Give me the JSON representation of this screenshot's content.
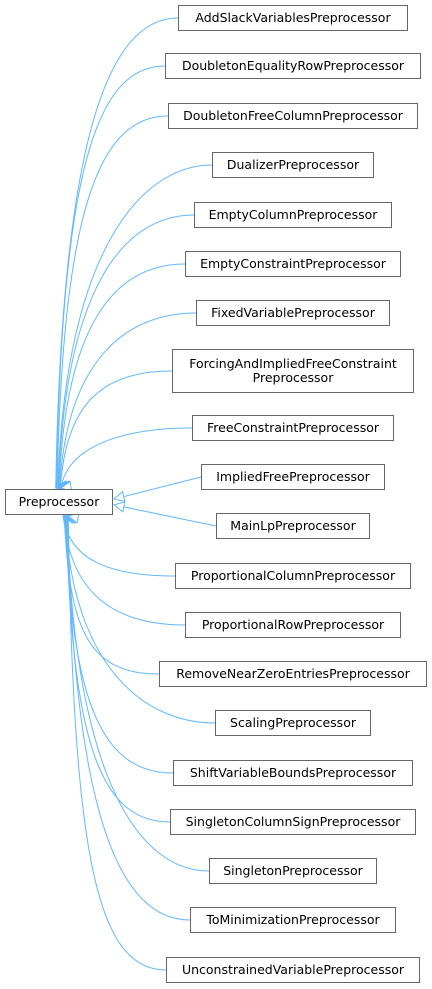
{
  "base_class": "Preprocessor",
  "derived_classes": [
    [
      "AddSlackVariablesPreprocessor"
    ],
    [
      "DoubletonEqualityRowPreprocessor"
    ],
    [
      "DoubletonFreeColumnPreprocessor"
    ],
    [
      "DualizerPreprocessor"
    ],
    [
      "EmptyColumnPreprocessor"
    ],
    [
      "EmptyConstraintPreprocessor"
    ],
    [
      "FixedVariablePreprocessor"
    ],
    [
      "ForcingAndImpliedFreeConstraint",
      "Preprocessor"
    ],
    [
      "FreeConstraintPreprocessor"
    ],
    [
      "ImpliedFreePreprocessor"
    ],
    [
      "MainLpPreprocessor"
    ],
    [
      "ProportionalColumnPreprocessor"
    ],
    [
      "ProportionalRowPreprocessor"
    ],
    [
      "RemoveNearZeroEntriesPreprocessor"
    ],
    [
      "ScalingPreprocessor"
    ],
    [
      "ShiftVariableBoundsPreprocessor"
    ],
    [
      "SingletonColumnSignPreprocessor"
    ],
    [
      "SingletonPreprocessor"
    ],
    [
      "ToMinimizationPreprocessor"
    ],
    [
      "UnconstrainedVariablePreprocessor"
    ]
  ],
  "colors": {
    "edge": "#63b8ff",
    "node_border": "#666666",
    "text": "#000000"
  }
}
